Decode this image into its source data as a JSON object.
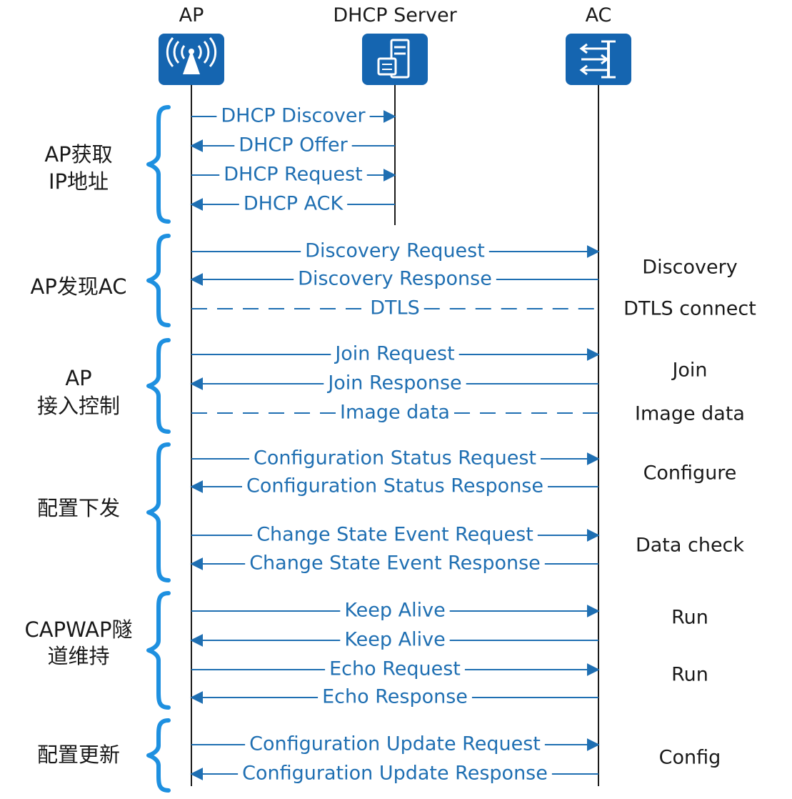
{
  "actors": [
    {
      "id": "ap",
      "title": "AP",
      "icon": "wireless-ap-icon"
    },
    {
      "id": "dhcp",
      "title": "DHCP Server",
      "icon": "server-icon"
    },
    {
      "id": "ac",
      "title": "AC",
      "icon": "access-controller-icon"
    }
  ],
  "colors": {
    "icon_bg": "#1565b0",
    "message": "#1f6fb2",
    "brace": "#1e90e0",
    "text": "#1a1a1a"
  },
  "phases": [
    {
      "label": [
        "AP获取",
        "IP地址"
      ],
      "messages": [
        {
          "text": "DHCP Discover",
          "from": "ap",
          "to": "dhcp",
          "style": "solid"
        },
        {
          "text": "DHCP Offer",
          "from": "dhcp",
          "to": "ap",
          "style": "solid"
        },
        {
          "text": "DHCP Request",
          "from": "ap",
          "to": "dhcp",
          "style": "solid"
        },
        {
          "text": "DHCP ACK",
          "from": "dhcp",
          "to": "ap",
          "style": "solid"
        }
      ],
      "states": []
    },
    {
      "label": [
        "AP发现AC"
      ],
      "messages": [
        {
          "text": "Discovery Request",
          "from": "ap",
          "to": "ac",
          "style": "solid"
        },
        {
          "text": "Discovery Response",
          "from": "ac",
          "to": "ap",
          "style": "solid"
        },
        {
          "text": "DTLS",
          "from": "ap",
          "to": "ac",
          "style": "dashed"
        }
      ],
      "states": [
        "Discovery",
        "DTLS connect"
      ]
    },
    {
      "label": [
        "AP",
        "接入控制"
      ],
      "messages": [
        {
          "text": "Join Request",
          "from": "ap",
          "to": "ac",
          "style": "solid"
        },
        {
          "text": "Join Response",
          "from": "ac",
          "to": "ap",
          "style": "solid"
        },
        {
          "text": "Image data",
          "from": "ap",
          "to": "ac",
          "style": "dashed"
        }
      ],
      "states": [
        "Join",
        "Image data"
      ]
    },
    {
      "label": [
        "配置下发"
      ],
      "messages": [
        {
          "text": "Configuration Status Request",
          "from": "ap",
          "to": "ac",
          "style": "solid"
        },
        {
          "text": "Configuration Status Response",
          "from": "ac",
          "to": "ap",
          "style": "solid"
        },
        {
          "text": "Change State Event Request",
          "from": "ap",
          "to": "ac",
          "style": "solid"
        },
        {
          "text": "Change State Event Response",
          "from": "ac",
          "to": "ap",
          "style": "solid"
        }
      ],
      "states": [
        "Configure",
        "Data check"
      ]
    },
    {
      "label": [
        "CAPWAP隧",
        "道维持"
      ],
      "messages": [
        {
          "text": "Keep Alive",
          "from": "ap",
          "to": "ac",
          "style": "solid"
        },
        {
          "text": "Keep Alive",
          "from": "ac",
          "to": "ap",
          "style": "solid"
        },
        {
          "text": "Echo Request",
          "from": "ap",
          "to": "ac",
          "style": "solid"
        },
        {
          "text": "Echo Response",
          "from": "ac",
          "to": "ap",
          "style": "solid"
        }
      ],
      "states": [
        "Run",
        "Run"
      ]
    },
    {
      "label": [
        "配置更新"
      ],
      "messages": [
        {
          "text": "Configuration Update Request",
          "from": "ap",
          "to": "ac",
          "style": "solid"
        },
        {
          "text": "Configuration Update Response",
          "from": "ac",
          "to": "ap",
          "style": "solid"
        }
      ],
      "states": [
        "Config"
      ]
    }
  ]
}
